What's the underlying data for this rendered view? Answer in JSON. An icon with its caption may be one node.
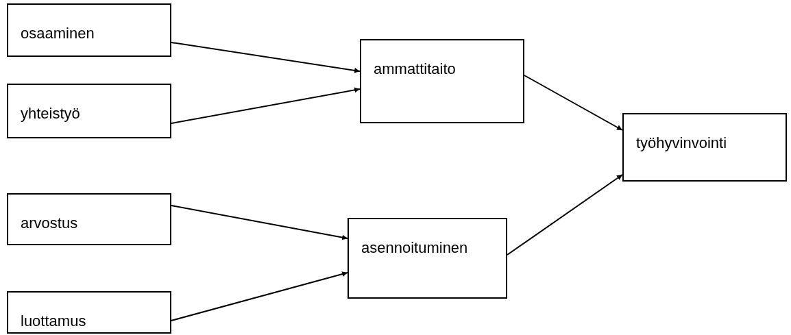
{
  "diagram": {
    "nodes": [
      {
        "text": [
          "osaaminen"
        ]
      },
      {
        "text": [
          "yhteistyö"
        ]
      },
      {
        "text": [
          "arvostus"
        ]
      },
      {
        "text": [
          "luottamus"
        ]
      },
      {
        "text": [
          "ammattitaito"
        ]
      },
      {
        "text": [
          "asennoituminen"
        ]
      },
      {
        "text": [
          "työhyvinvointi"
        ]
      }
    ],
    "edges": [
      {
        "from": 0,
        "to": 4,
        "arrow": "to"
      },
      {
        "from": 1,
        "to": 4,
        "arrow": "to"
      },
      {
        "from": 2,
        "to": 5,
        "arrow": "to"
      },
      {
        "from": 3,
        "to": 5,
        "arrow": "to"
      },
      {
        "from": 4,
        "to": 6,
        "arrow": "to"
      },
      {
        "from": 5,
        "to": 6,
        "arrow": "to"
      }
    ]
  }
}
